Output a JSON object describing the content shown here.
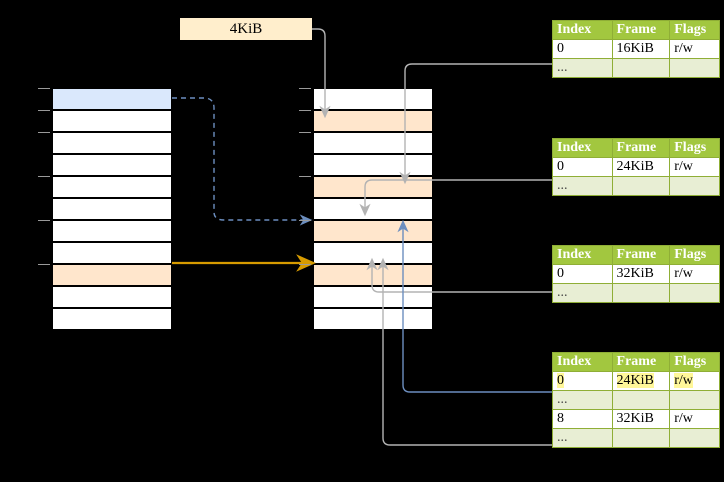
{
  "diagram": {
    "title": "page-table-walk",
    "offset_label": "4KiB",
    "colors": {
      "highlight_blue": "#dae8fc",
      "highlight_peach": "#ffe6cc",
      "table_header_green": "#a2c73f",
      "table_ellipsis_row": "#e8eed4",
      "text_highlight_yellow": "#fff799",
      "orange_arrow": "#d79b00",
      "blue_arrow": "#6c8ebf",
      "gray_arrow": "#b3b3b3",
      "background": "#000000"
    },
    "left_column": {
      "name": "virtual-address-space",
      "row_count": 11,
      "rows": [
        {
          "index": 0,
          "fill": "blue",
          "label": ""
        },
        {
          "index": 1,
          "fill": "white",
          "label": ""
        },
        {
          "index": 2,
          "fill": "white",
          "label": ""
        },
        {
          "index": 3,
          "fill": "white",
          "label": ""
        },
        {
          "index": 4,
          "fill": "white",
          "label": ""
        },
        {
          "index": 5,
          "fill": "white",
          "label": ""
        },
        {
          "index": 6,
          "fill": "white",
          "label": ""
        },
        {
          "index": 7,
          "fill": "white",
          "label": ""
        },
        {
          "index": 8,
          "fill": "peach",
          "label": ""
        },
        {
          "index": 9,
          "fill": "white",
          "label": ""
        },
        {
          "index": 10,
          "fill": "white",
          "label": ""
        }
      ]
    },
    "middle_column": {
      "name": "physical-memory",
      "row_count": 11,
      "rows": [
        {
          "index": 0,
          "fill": "white",
          "label": ""
        },
        {
          "index": 1,
          "fill": "peach",
          "label": ""
        },
        {
          "index": 2,
          "fill": "white",
          "label": ""
        },
        {
          "index": 3,
          "fill": "white",
          "label": ""
        },
        {
          "index": 4,
          "fill": "peach",
          "label": ""
        },
        {
          "index": 5,
          "fill": "white",
          "label": ""
        },
        {
          "index": 6,
          "fill": "peach",
          "label": ""
        },
        {
          "index": 7,
          "fill": "white",
          "label": ""
        },
        {
          "index": 8,
          "fill": "peach",
          "label": ""
        },
        {
          "index": 9,
          "fill": "white",
          "label": ""
        },
        {
          "index": 10,
          "fill": "white",
          "label": ""
        }
      ]
    },
    "tables": [
      {
        "name": "page-table-1",
        "headers": [
          "Index",
          "Frame",
          "Flags"
        ],
        "rows": [
          {
            "type": "data",
            "cells": [
              "0",
              "16KiB",
              "r/w"
            ],
            "highlight": false
          },
          {
            "type": "ellipsis",
            "cells": [
              "...",
              "",
              ""
            ],
            "highlight": false
          }
        ]
      },
      {
        "name": "page-table-2",
        "headers": [
          "Index",
          "Frame",
          "Flags"
        ],
        "rows": [
          {
            "type": "data",
            "cells": [
              "0",
              "24KiB",
              "r/w"
            ],
            "highlight": false
          },
          {
            "type": "ellipsis",
            "cells": [
              "...",
              "",
              ""
            ],
            "highlight": false
          }
        ]
      },
      {
        "name": "page-table-3",
        "headers": [
          "Index",
          "Frame",
          "Flags"
        ],
        "rows": [
          {
            "type": "data",
            "cells": [
              "0",
              "32KiB",
              "r/w"
            ],
            "highlight": false
          },
          {
            "type": "ellipsis",
            "cells": [
              "...",
              "",
              ""
            ],
            "highlight": false
          }
        ]
      },
      {
        "name": "page-table-4",
        "headers": [
          "Index",
          "Frame",
          "Flags"
        ],
        "rows": [
          {
            "type": "data",
            "cells": [
              "0",
              "24KiB",
              "r/w"
            ],
            "highlight": true
          },
          {
            "type": "ellipsis",
            "cells": [
              "...",
              "",
              ""
            ],
            "highlight": false
          },
          {
            "type": "data",
            "cells": [
              "8",
              "32KiB",
              "r/w"
            ],
            "highlight": false
          },
          {
            "type": "ellipsis",
            "cells": [
              "...",
              "",
              ""
            ],
            "highlight": false
          }
        ]
      }
    ]
  }
}
